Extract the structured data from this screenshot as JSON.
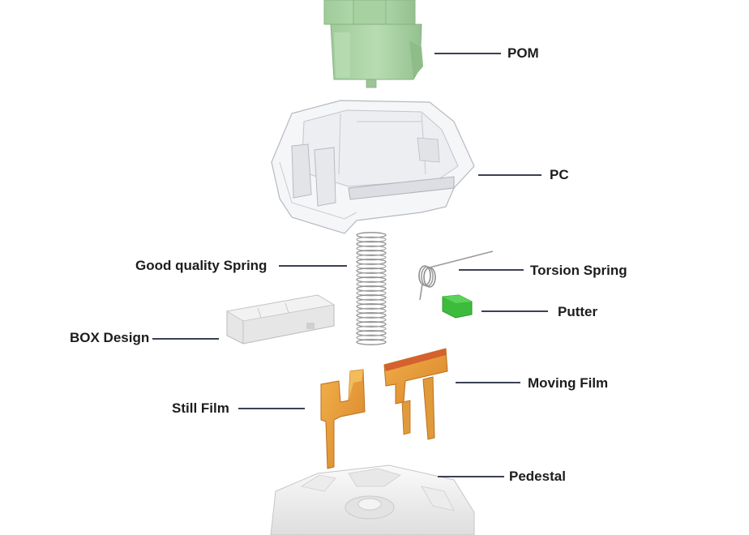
{
  "parts": [
    {
      "id": "pom",
      "label": "POM",
      "color": "#a9d3a4"
    },
    {
      "id": "pc",
      "label": "PC",
      "color": "#e6e6e9"
    },
    {
      "id": "spring",
      "label": "Good quality Spring",
      "color": "#9a9a9a"
    },
    {
      "id": "torsion",
      "label": "Torsion Spring",
      "color": "#9a9a9a"
    },
    {
      "id": "putter",
      "label": "Putter",
      "color": "#3dbb3d"
    },
    {
      "id": "box",
      "label": "BOX Design",
      "color": "#e3e3e3"
    },
    {
      "id": "moving",
      "label": "Moving Film",
      "color": "#e2952e"
    },
    {
      "id": "still",
      "label": "Still Film",
      "color": "#e2952e"
    },
    {
      "id": "pedestal",
      "label": "Pedestal",
      "color": "#f0f0f0"
    }
  ],
  "colors": {
    "leader_line": "#3b4154",
    "label_text": "#1d1d1d"
  }
}
